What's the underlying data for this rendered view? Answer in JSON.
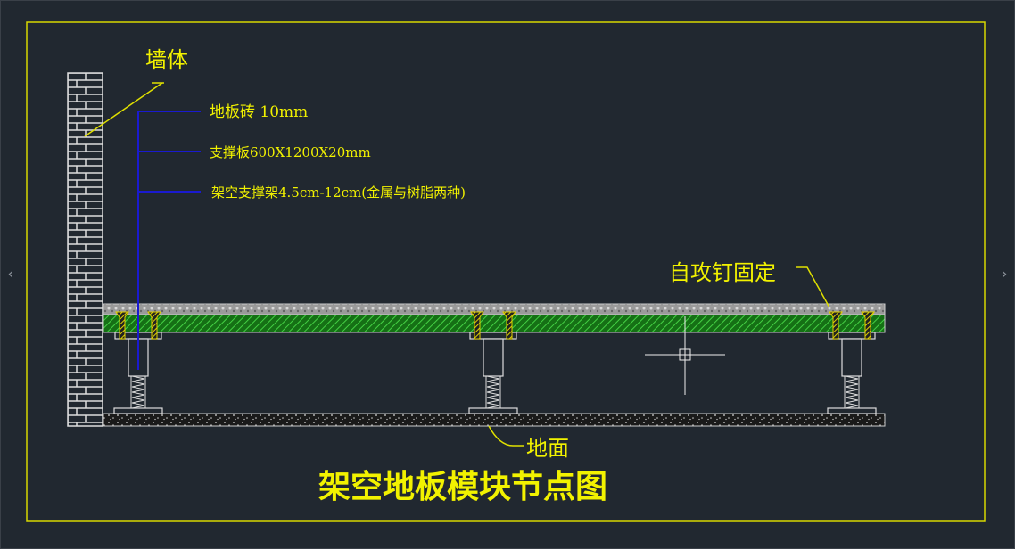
{
  "labels": {
    "wall": "墙体",
    "tile": "地板砖 10mm",
    "board": "支撑板600X1200X20mm",
    "bracket": "架空支撑架4.5cm-12cm(金属与树脂两种)",
    "screw": "自攻钉固定",
    "ground": "地面"
  },
  "title": "架空地板模块节点图",
  "nav": {
    "prev_icon": "‹",
    "next_icon": "›"
  },
  "colors": {
    "background": "#212830",
    "text": "#f2f200",
    "leader": "#1a1ad0",
    "board": "#1e8a1e",
    "frame": "#d8d800"
  }
}
